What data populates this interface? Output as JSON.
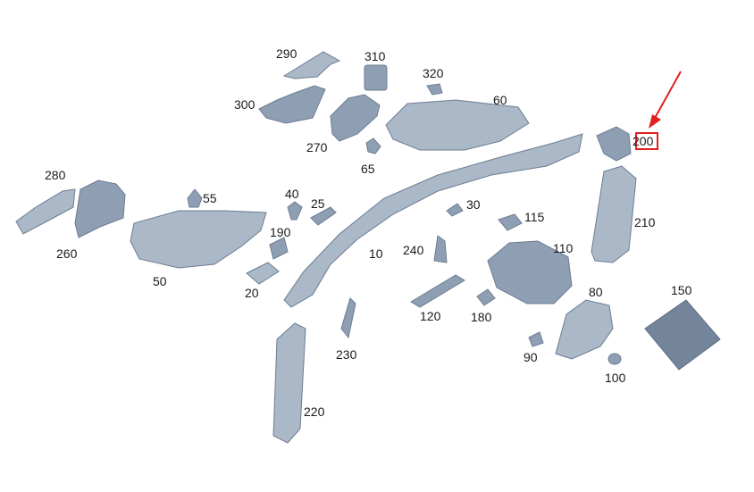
{
  "callouts": {
    "c290": "290",
    "c310": "310",
    "c320": "320",
    "c300": "300",
    "c60": "60",
    "c270": "270",
    "c65": "65",
    "c200": "200",
    "c280": "280",
    "c55": "55",
    "c40": "40",
    "c25": "25",
    "c30": "30",
    "c115": "115",
    "c210": "210",
    "c190": "190",
    "c240": "240",
    "c110": "110",
    "c260": "260",
    "c10": "10",
    "c50": "50",
    "c20": "20",
    "c80": "80",
    "c150": "150",
    "c120": "120",
    "c180": "180",
    "c230": "230",
    "c90": "90",
    "c100": "100",
    "c220": "220"
  },
  "highlight": {
    "callout": "200",
    "color": "#e02020"
  },
  "colors": {
    "part_fill": "#8f9fb3",
    "part_stroke": "#6d7d91",
    "arrow": "#e02020"
  }
}
